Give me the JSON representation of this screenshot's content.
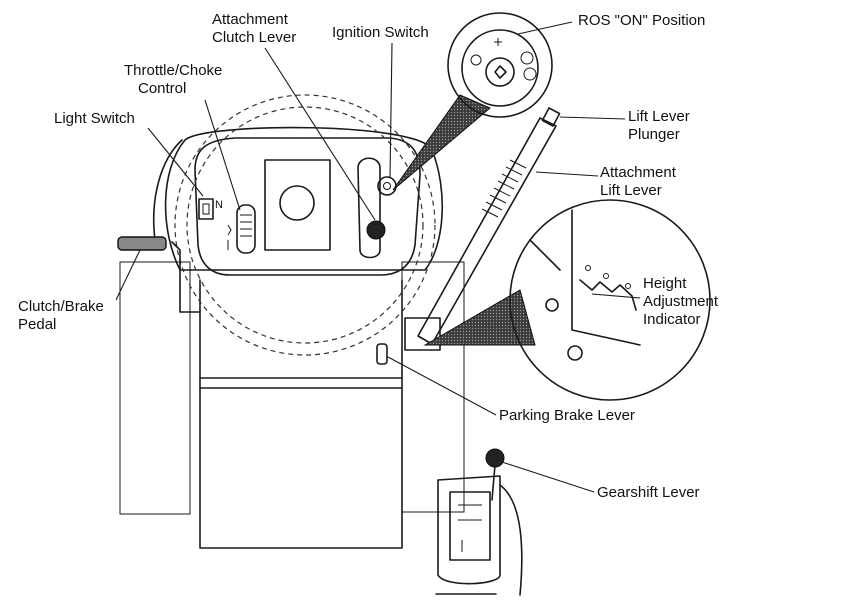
{
  "labels": {
    "attachment_clutch_lever": [
      "Attachment",
      "Clutch Lever"
    ],
    "ignition_switch": "Ignition Switch",
    "ros_on_position": "ROS \"ON\" Position",
    "throttle_choke_control": [
      "Throttle/Choke",
      "Control"
    ],
    "light_switch": "Light Switch",
    "lift_lever_plunger": [
      "Lift Lever",
      "Plunger"
    ],
    "attachment_lift_lever": [
      "Attachment",
      "Lift Lever"
    ],
    "height_adjustment_indicator": [
      "Height",
      "Adjustment",
      "Indicator"
    ],
    "clutch_brake_pedal": [
      "Clutch/Brake",
      "Pedal"
    ],
    "parking_brake_lever": "Parking Brake Lever",
    "gearshift_lever": "Gearshift Lever"
  },
  "panel_marks": {
    "light_switch_n": "N"
  }
}
